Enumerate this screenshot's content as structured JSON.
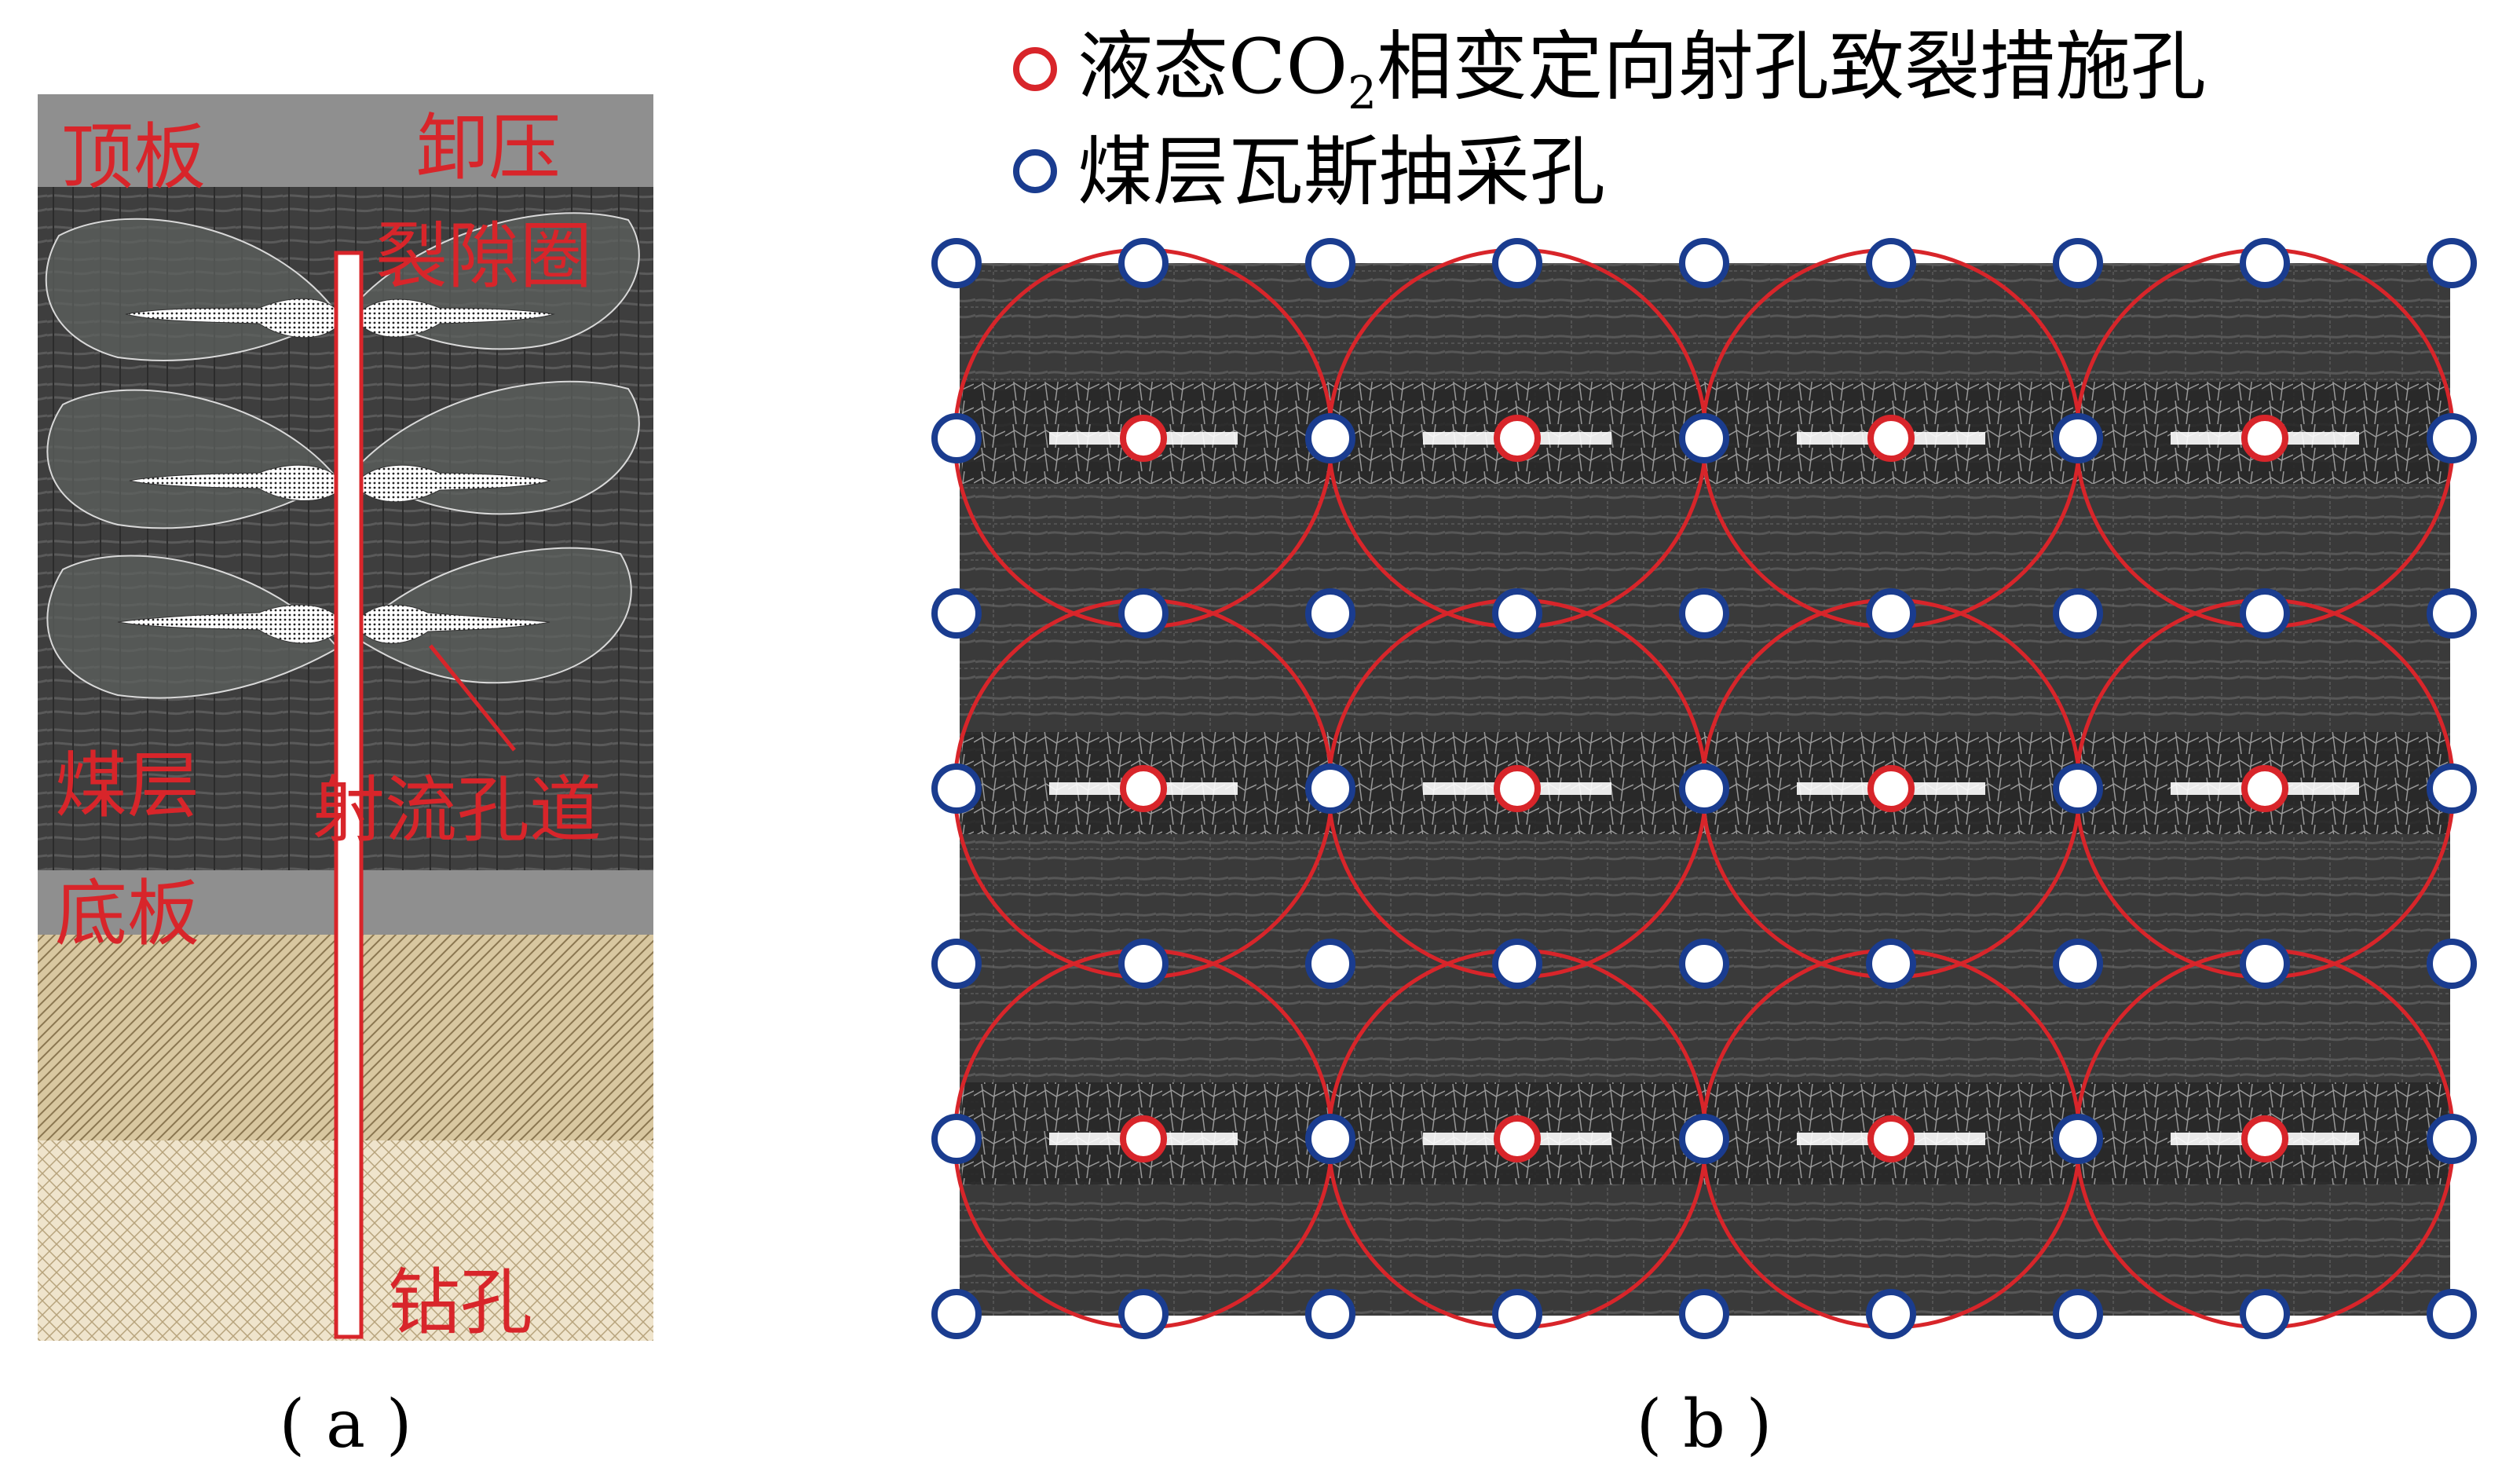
{
  "panel_a": {
    "roof_label": "顶板",
    "relief_label_line1": "卸压",
    "relief_label_line2": "裂隙圈",
    "coal_label": "煤层",
    "jet_label": "射流孔道",
    "floor_label": "底板",
    "borehole_label": "钻孔",
    "caption": "( a )"
  },
  "panel_b": {
    "legend": [
      {
        "text_pre": "液态CO",
        "sub": "2",
        "text_post": "相变定向射孔致裂措施孔",
        "color": "#d8252a"
      },
      {
        "text": "煤层瓦斯抽采孔",
        "color": "#1a3c8f"
      }
    ],
    "caption": "( b )",
    "grid_columns": 9,
    "grid_rows": 7
  },
  "colors": {
    "red": "#d8252a",
    "blue": "#1a3c8f",
    "coal": "#3e3e3e",
    "rock": "#8f8f8f"
  }
}
